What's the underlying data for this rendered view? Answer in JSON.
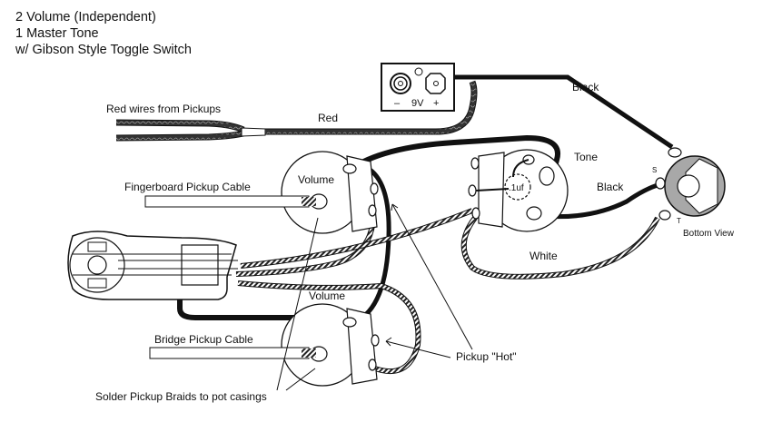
{
  "title_lines": [
    "2 Volume (Independent)",
    "1 Master Tone",
    "w/ Gibson Style Toggle Switch"
  ],
  "battery": {
    "minus": "–",
    "voltage": "9V",
    "plus": "+"
  },
  "labels": {
    "red_wires_from_pickups": "Red wires from Pickups",
    "red": "Red",
    "black_top": "Black",
    "black_jack": "Black",
    "tone": "Tone",
    "white": "White",
    "capacitor": ".1uf",
    "volume_neck": "Volume",
    "volume_bridge": "Volume",
    "fingerboard_pickup_cable": "Fingerboard Pickup Cable",
    "bridge_pickup_cable": "Bridge Pickup Cable",
    "solder_braids": "Solder Pickup Braids to pot casings",
    "pickup_hot": "Pickup \"Hot\"",
    "jack_sleeve": "S",
    "jack_tip": "T",
    "bottom_view": "Bottom View"
  },
  "colors": {
    "wire": "#111111",
    "jack_fill": "#a8a8a8"
  }
}
